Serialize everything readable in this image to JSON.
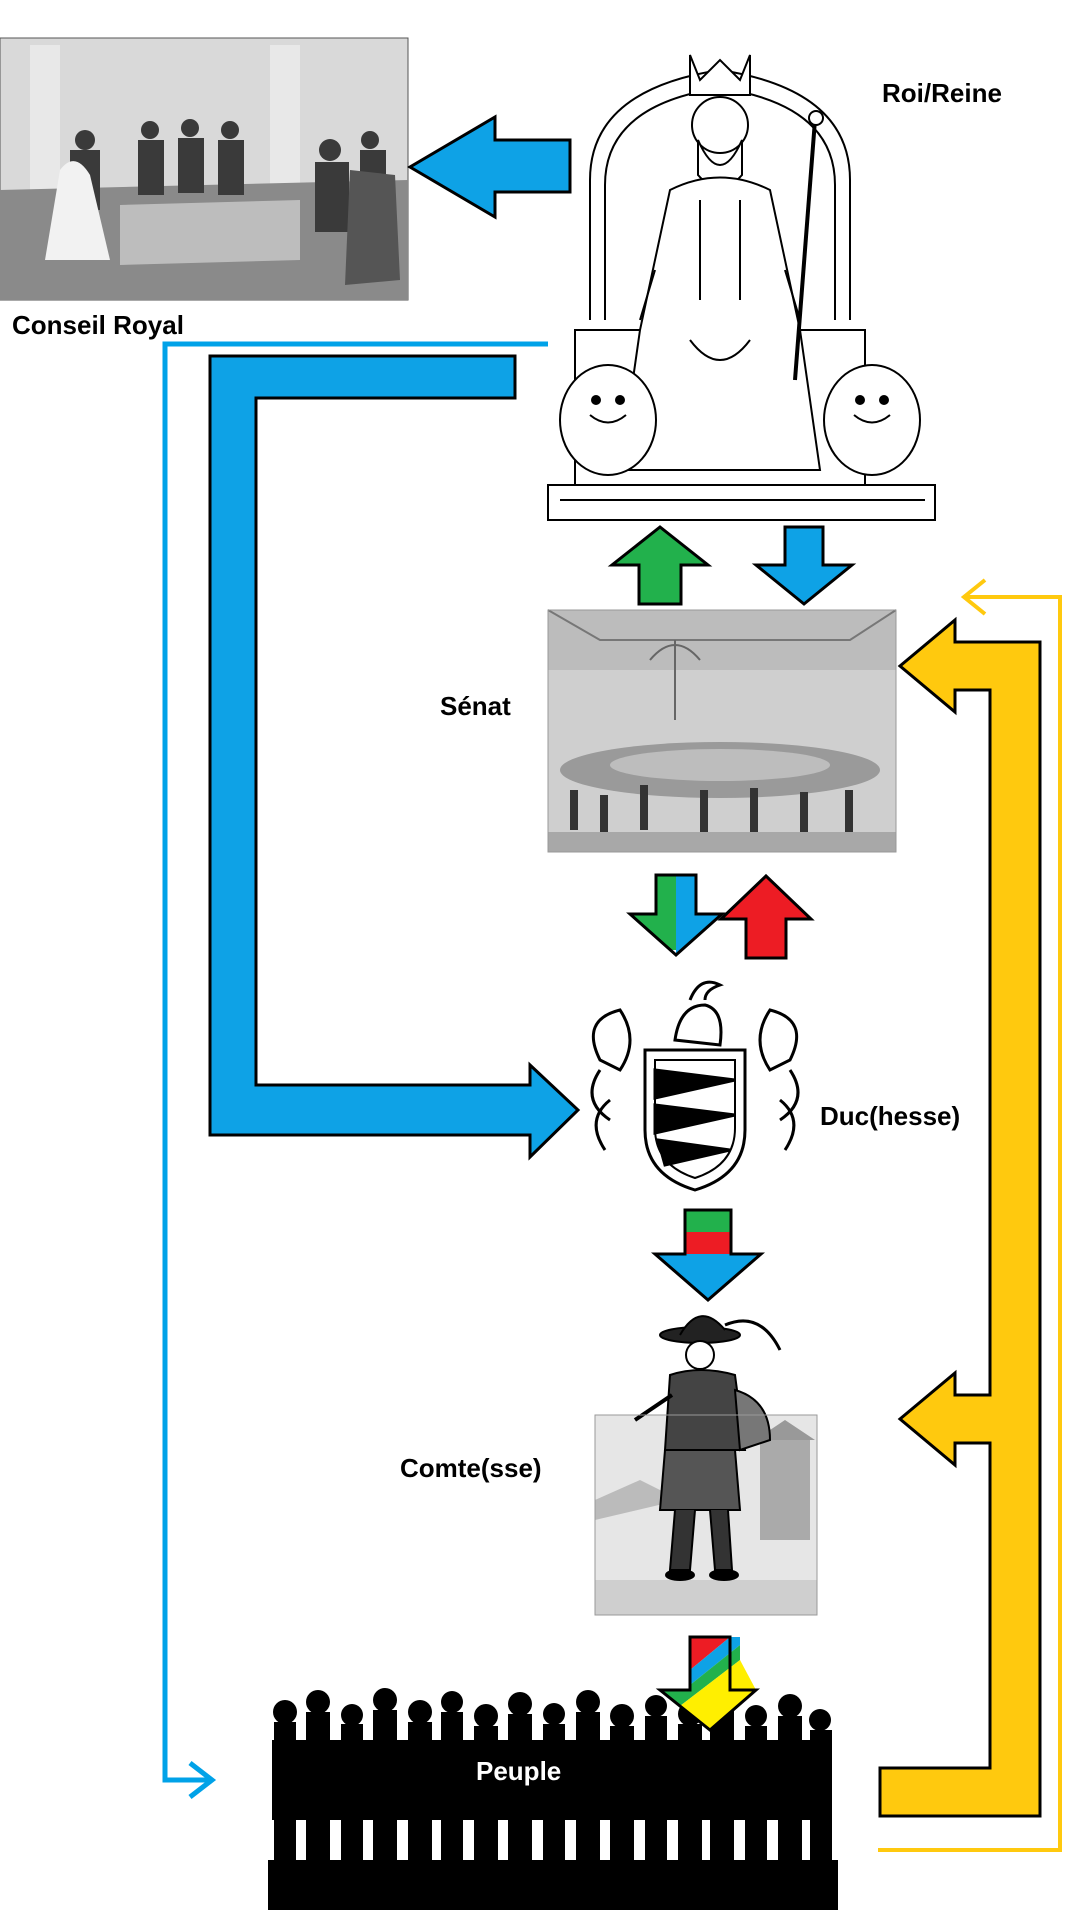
{
  "labels": {
    "roi": "Roi/Reine",
    "conseil": "Conseil Royal",
    "senat": "Sénat",
    "duc": "Duc(hesse)",
    "comte": "Comte(sse)",
    "peuple": "Peuple"
  },
  "colors": {
    "blue": "#0ea2e6",
    "green": "#22b14c",
    "red": "#ed1c24",
    "yellow": "#ffc90e",
    "thin_blue": "#00a2e8",
    "thin_yellow": "#ffc90e"
  }
}
